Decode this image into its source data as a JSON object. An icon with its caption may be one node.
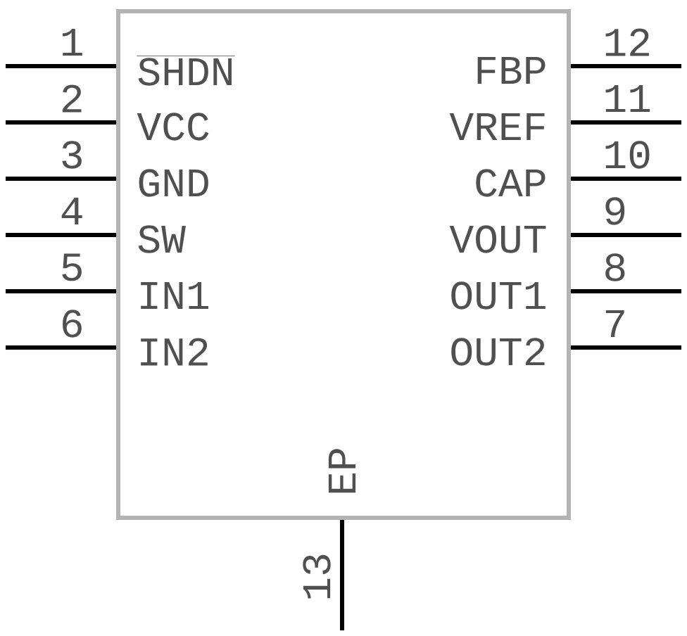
{
  "diagram": {
    "nodes": [
      {
        "text": [
          "SHDN",
          "VCC",
          "GND",
          "SW",
          "IN1",
          "IN2",
          "OUT2",
          "OUT1",
          "VOUT",
          "CAP",
          "VREF",
          "FBP",
          "EP"
        ]
      }
    ],
    "labels": [
      "1",
      "2",
      "3",
      "4",
      "5",
      "6",
      "7",
      "8",
      "9",
      "10",
      "11",
      "12",
      "13"
    ]
  }
}
